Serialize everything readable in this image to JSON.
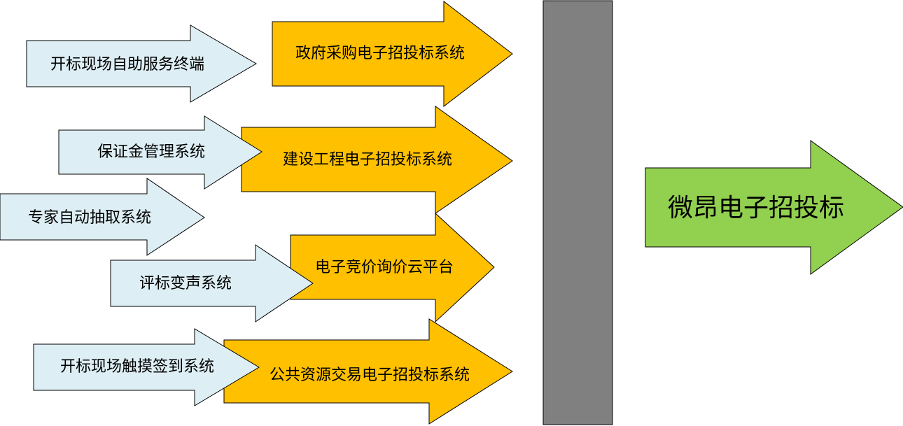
{
  "colors": {
    "source_fill": "#DDEEF4",
    "platform_fill": "#FFC000",
    "barrier_fill": "#808080",
    "result_fill": "#92D050",
    "stroke": "#000000"
  },
  "source_systems": [
    {
      "label": "开标现场自助服务终端"
    },
    {
      "label": "保证金管理系统"
    },
    {
      "label": "专家自动抽取系统"
    },
    {
      "label": "评标变声系统"
    },
    {
      "label": "开标现场触摸签到系统"
    }
  ],
  "platforms": [
    {
      "label": "政府采购电子招投标系统"
    },
    {
      "label": "建设工程电子招投标系统"
    },
    {
      "label": "电子竞价询价云平台"
    },
    {
      "label": "公共资源交易电子招投标系统"
    }
  ],
  "result": {
    "label": "微昂电子招投标"
  }
}
